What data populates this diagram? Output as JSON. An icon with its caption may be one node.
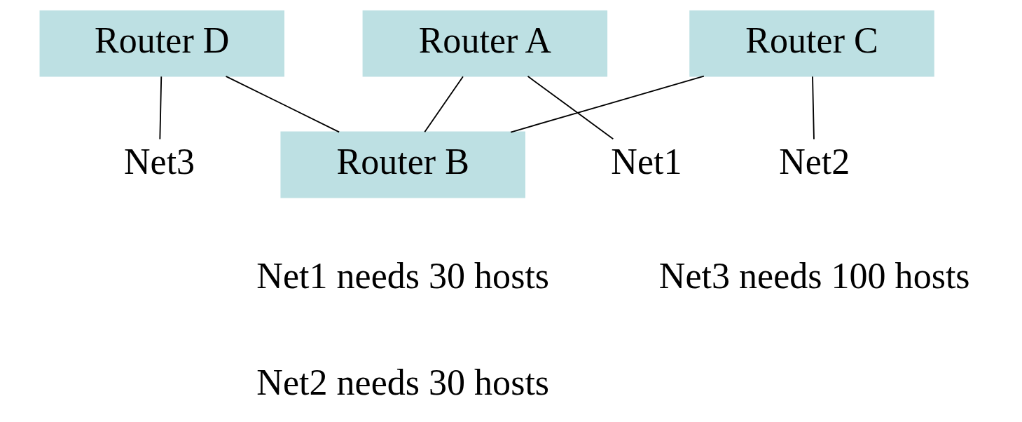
{
  "diagram": {
    "nodes": [
      {
        "text": [
          "Router D"
        ]
      },
      {
        "text": [
          "Net3"
        ]
      },
      {
        "text": [
          "Router A"
        ]
      },
      {
        "text": [
          "Router C"
        ]
      },
      {
        "text": [
          "Router B"
        ]
      },
      {
        "text": [
          "Net1"
        ]
      },
      {
        "text": [
          "Net2"
        ]
      }
    ],
    "edges": [
      {
        "from": 0,
        "to": 1,
        "arrow": "none"
      },
      {
        "from": 0,
        "to": 4,
        "arrow": "none"
      },
      {
        "from": 2,
        "to": 4,
        "arrow": "none"
      },
      {
        "from": 3,
        "to": 4,
        "arrow": "none"
      },
      {
        "from": 2,
        "to": 5,
        "arrow": "none"
      },
      {
        "from": 3,
        "to": 6,
        "arrow": "none"
      }
    ],
    "labels": [
      "Net1 needs 30 hosts",
      "Net3 needs 100 hosts",
      "Net2 needs 30 hosts"
    ]
  }
}
